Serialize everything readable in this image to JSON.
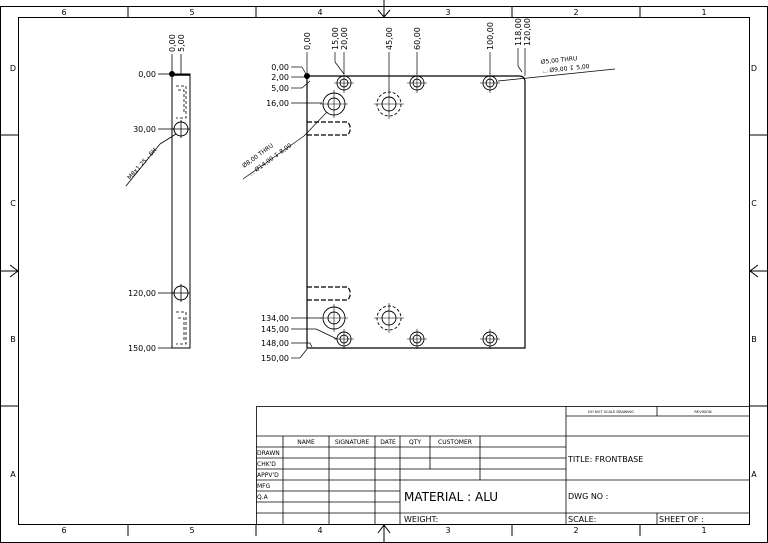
{
  "zones": {
    "columns": [
      "6",
      "5",
      "4",
      "3",
      "2",
      "1"
    ],
    "rows": [
      "D",
      "C",
      "B",
      "A"
    ]
  },
  "side_view": {
    "vertical_dims": [
      "0,00",
      "5,00"
    ],
    "ordinates": [
      "0,00",
      "30,00",
      "120,00",
      "150,00"
    ],
    "thread_callout": "M8x1.25 - 6H"
  },
  "front_view": {
    "top_dims": [
      "0,00",
      "15,00",
      "20,00",
      "45,00",
      "60,00",
      "100,00",
      "118,00",
      "120,00"
    ],
    "left_dims_top": [
      "0,00",
      "2,00",
      "5,00",
      "16,00"
    ],
    "left_dims_bottom": [
      "134,00",
      "145,00",
      "148,00",
      "150,00"
    ],
    "hole_large_callout": [
      "Ø8,00 THRU",
      "⌴ Ø14,00 ↧ 8,00"
    ],
    "hole_small_callout": [
      "Ø5,00 THRU",
      "⌴ Ø9,00 ↧ 5,00"
    ]
  },
  "title_block": {
    "headers": {
      "name": "NAME",
      "signature": "SIGNATURE",
      "date": "DATE",
      "qty": "QTY",
      "customer": "CUSTOMER"
    },
    "roles": [
      "DRAWN",
      "CHK'D",
      "APPV'D",
      "MFG",
      "Q.A"
    ],
    "material": "MATERIAL : ALU",
    "weight": "WEIGHT:",
    "do_not_scale": "DO NOT SCALE DRAWING",
    "revision": "REVISION",
    "title": "TITLE: FRONTBASE",
    "dwg_no": "DWG NO :",
    "scale": "SCALE:",
    "sheet": "SHEET OF :"
  }
}
